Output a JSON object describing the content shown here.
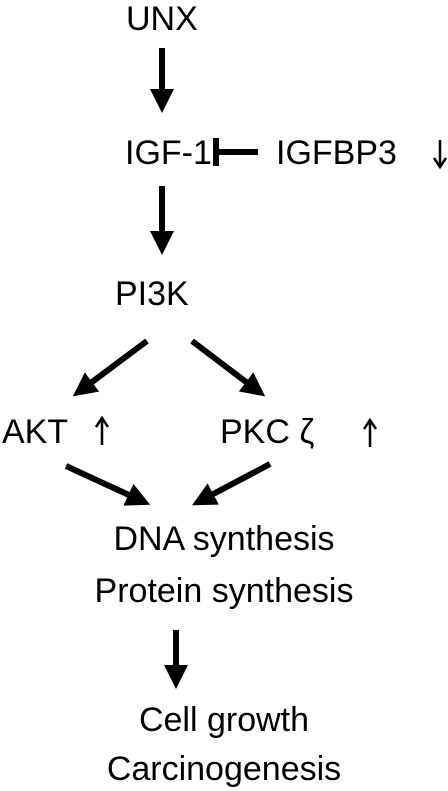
{
  "diagram": {
    "nodes": {
      "unx": "UNX",
      "igf1": "IGF-1",
      "igfbp3": "IGFBP3",
      "pi3k": "PI3K",
      "akt": "AKT",
      "pkc": "PKC ζ",
      "dna": "DNA synthesis",
      "protein": "Protein synthesis",
      "cellgrowth": "Cell growth",
      "carcinogenesis": "Carcinogenesis"
    },
    "indicators": {
      "igfbp3": "down",
      "akt": "up",
      "pkc": "up"
    },
    "edges": [
      {
        "from": "UNX",
        "to": "IGF-1",
        "type": "activation"
      },
      {
        "from": "IGFBP3",
        "to": "IGF-1",
        "type": "inhibition"
      },
      {
        "from": "IGF-1",
        "to": "PI3K",
        "type": "activation"
      },
      {
        "from": "PI3K",
        "to": "AKT",
        "type": "activation"
      },
      {
        "from": "PI3K",
        "to": "PKC ζ",
        "type": "activation"
      },
      {
        "from": "AKT",
        "to": "DNA synthesis / Protein synthesis",
        "type": "activation"
      },
      {
        "from": "PKC ζ",
        "to": "DNA synthesis / Protein synthesis",
        "type": "activation"
      },
      {
        "from": "DNA synthesis / Protein synthesis",
        "to": "Cell growth / Carcinogenesis",
        "type": "activation"
      }
    ],
    "colors": {
      "line": "#000000",
      "text": "#000000",
      "background": "#ffffff"
    }
  }
}
